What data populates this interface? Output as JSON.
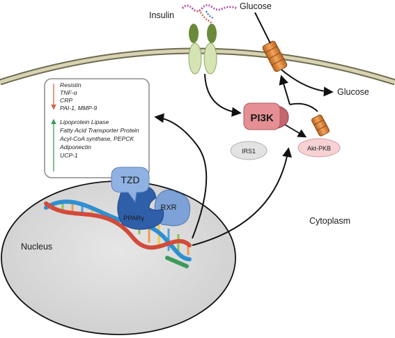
{
  "labels": {
    "insulin": "Insulin",
    "glucose_top": "Glucose",
    "glucose_right": "Glucose",
    "pi3k": "PI3K",
    "irs1": "IRS1",
    "akt_pkb": "Akt-PKB",
    "tzd": "TZD",
    "rxr": "RXR",
    "ppar": "PPARγ",
    "nucleus": "Nucleus",
    "cytoplasm": "Cytoplasm"
  },
  "genes_down": [
    "Resistin",
    "TNF-α",
    "CRP",
    "PAI-1, MMP-9"
  ],
  "genes_up": [
    "Lipoprotein Lipase",
    "Fatty Acid Transporter Protein",
    "Acyl-CoA synthase, PEPCK",
    "Adiponectin",
    "UCP-1"
  ],
  "colors": {
    "membrane": "#c8c2a0",
    "pi3k": "#e58f94",
    "akt": "#f6d2d4",
    "irs1": "#e3e3e3",
    "nucleus": "#dcdcdc",
    "tzd": "#8fb2e3",
    "ppar": "#2f5fa8",
    "rxr": "#7da2d8",
    "down_arrow": "#d9604f",
    "up_arrow": "#3c9a5b",
    "receptor_dark": "#6a8a3a",
    "receptor_light": "#d6e4b4",
    "transporter": "#d9863a"
  }
}
